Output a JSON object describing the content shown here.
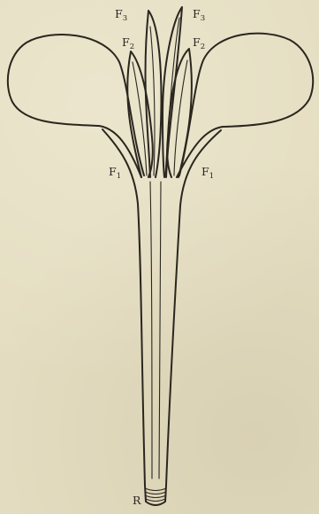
{
  "figure": {
    "labels": {
      "f3_left": {
        "main": "F",
        "sub": "3"
      },
      "f3_right": {
        "main": "F",
        "sub": "3"
      },
      "f2_left": {
        "main": "F",
        "sub": "2"
      },
      "f2_right": {
        "main": "F",
        "sub": "2"
      },
      "f1_left": {
        "main": "F",
        "sub": "1"
      },
      "f1_right": {
        "main": "F",
        "sub": "1"
      },
      "root": "R"
    }
  }
}
